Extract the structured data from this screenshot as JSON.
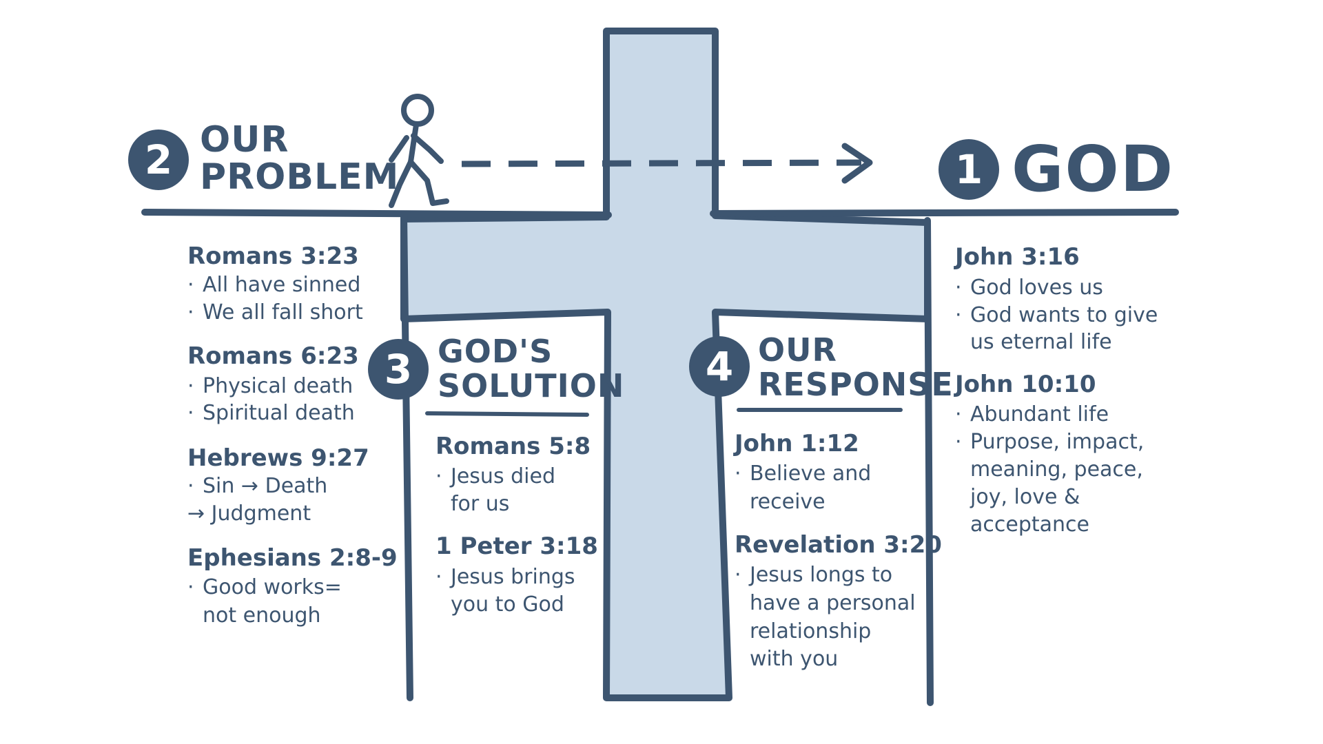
{
  "colors": {
    "ink": "#3d5570",
    "cross_fill": "#c9d9e8",
    "badge": "#3d5570",
    "background": "#ffffff"
  },
  "sections": {
    "problem": {
      "number": "2",
      "title_line1": "OUR",
      "title_line2": "PROBLEM",
      "groups": [
        {
          "ref": "Romans 3:23",
          "points": [
            "All have sinned",
            "We all fall short"
          ]
        },
        {
          "ref": "Romans 6:23",
          "points": [
            "Physical death",
            "Spiritual death"
          ]
        },
        {
          "ref": "Hebrews 9:27",
          "points": [
            "Sin → Death",
            "→ Judgment"
          ]
        },
        {
          "ref": "Ephesians 2:8-9",
          "points": [
            "Good works=",
            "not enough"
          ]
        }
      ]
    },
    "god": {
      "number": "1",
      "title": "GOD",
      "groups": [
        {
          "ref": "John 3:16",
          "points": [
            "God loves us",
            "God wants to give",
            "us eternal life"
          ]
        },
        {
          "ref": "John 10:10",
          "points": [
            "Abundant life",
            "Purpose, impact,",
            "meaning, peace,",
            "joy, love &",
            "acceptance"
          ]
        }
      ]
    },
    "solution": {
      "number": "3",
      "title_line1": "GOD'S",
      "title_line2": "SOLUTION",
      "groups": [
        {
          "ref": "Romans 5:8",
          "points": [
            "Jesus died",
            "for us"
          ]
        },
        {
          "ref": "1 Peter 3:18",
          "points": [
            "Jesus brings",
            "you to God"
          ]
        }
      ]
    },
    "response": {
      "number": "4",
      "title_line1": "OUR",
      "title_line2": "RESPONSE",
      "groups": [
        {
          "ref": "John 1:12",
          "points": [
            "Believe and",
            "receive"
          ]
        },
        {
          "ref": "Revelation 3:20",
          "points": [
            "Jesus longs to",
            "have a personal",
            "relationship",
            "with you"
          ]
        }
      ]
    }
  },
  "icons": {
    "walker": "walking-person-icon",
    "arrow": "dashed-arrow-icon",
    "cross": "cross-icon"
  }
}
